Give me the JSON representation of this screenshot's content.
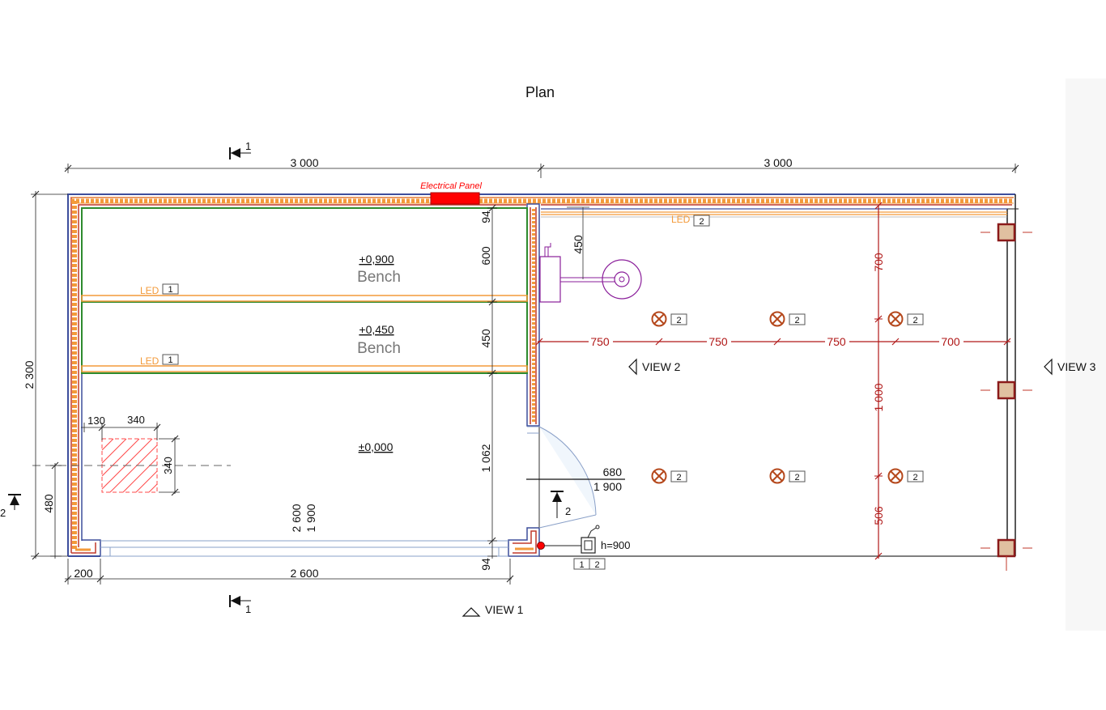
{
  "title": "Plan",
  "dimensions": {
    "top_left": "3 000",
    "top_right": "3 000",
    "left_total": "2 300",
    "left_small": "480",
    "bottom_left": "200",
    "bottom_main": "2 600",
    "v_94_top": "94",
    "v_600": "600",
    "v_450": "450",
    "v_1062": "1 062",
    "v_94_bottom": "94",
    "v_2600": "2 600",
    "v_1900": "1 900",
    "pipe_450": "450",
    "door_680": "680",
    "door_1900": "1 900",
    "hatch_130": "130",
    "hatch_340_w": "340",
    "hatch_340_h": "340",
    "right_700": "700",
    "right_1000": "1 000",
    "right_506": "506",
    "h_750_a": "750",
    "h_750_b": "750",
    "h_750_c": "750",
    "h_700": "700"
  },
  "labels": {
    "electrical_panel": "Electrical Panel",
    "bench_upper_level": "+0,900",
    "bench_upper_name": "Bench",
    "bench_lower_level": "+0,450",
    "bench_lower_name": "Bench",
    "floor_level": "±0,000",
    "led": "LED",
    "led_tag_1": "1",
    "led_tag_2": "2",
    "view1": "VIEW 1",
    "view2": "VIEW 2",
    "view3": "VIEW 3",
    "section1_top": "1",
    "section1_bottom": "1",
    "section2_left": "2",
    "section2_door": "2",
    "switch_height": "h=900",
    "switch_tag_a": "1",
    "switch_tag_b": "2",
    "light_tag": "2"
  },
  "colors": {
    "wall_blue": "#3d4e9c",
    "insulation_orange": "#f39a3a",
    "wall_red": "#c0392b",
    "bench_green": "#2e8b2e",
    "dim_red": "#b01818",
    "panel_red": "#ff0000",
    "heater_purple": "#8a1e9a",
    "light_brown": "#b5481c"
  }
}
